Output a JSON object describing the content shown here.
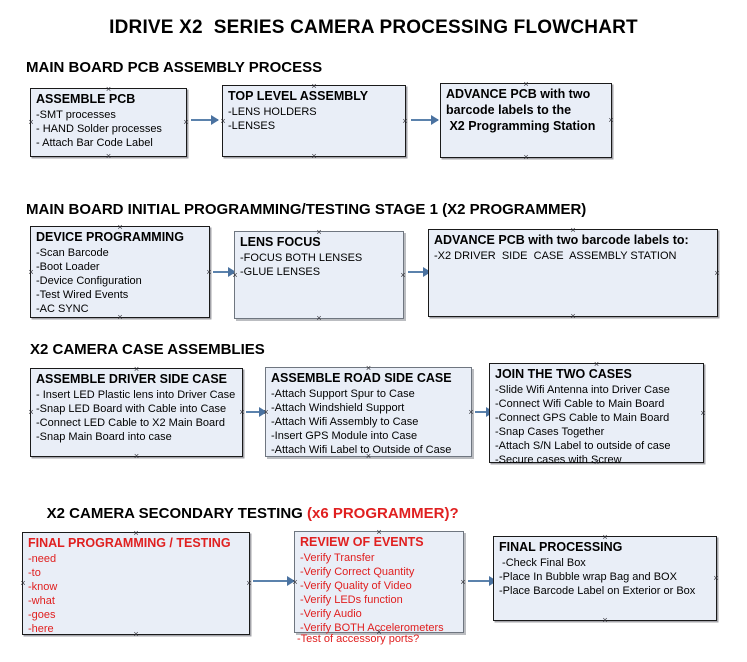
{
  "document": {
    "title": "IDRIVE X2  SERIES CAMERA PROCESSING FLOWCHART"
  },
  "colors": {
    "box_fill": "#e9eef7",
    "box_border": "#1a1a1a",
    "box_border_gray": "#6f7680",
    "arrow": "#5b82ac",
    "accent_red": "#e02020",
    "text": "#000000",
    "page_background": "#ffffff"
  },
  "sections": [
    {
      "heading": "MAIN BOARD PCB ASSEMBLY PROCESS",
      "heading_accent": "",
      "boxes": [
        {
          "title": "ASSEMBLE PCB",
          "lines": [
            "-SMT processes",
            "- HAND Solder processes",
            "- Attach Bar Code Label"
          ]
        },
        {
          "title": "TOP LEVEL ASSEMBLY",
          "lines": [
            "-LENS HOLDERS",
            "-LENSES"
          ]
        },
        {
          "title": "ADVANCE PCB with two",
          "lines": [
            "barcode labels to the",
            " X2 Programming Station"
          ]
        }
      ]
    },
    {
      "heading": "MAIN BOARD INITIAL PROGRAMMING/TESTING STAGE 1 (X2 PROGRAMMER)",
      "heading_accent": "",
      "boxes": [
        {
          "title": "DEVICE PROGRAMMING",
          "lines": [
            "-Scan Barcode",
            "-Boot Loader",
            "-Device Configuration",
            "-Test Wired Events",
            "-AC SYNC"
          ]
        },
        {
          "title": "LENS FOCUS",
          "lines": [
            "-FOCUS BOTH LENSES",
            "-GLUE LENSES"
          ]
        },
        {
          "title": "ADVANCE PCB with two barcode labels to:",
          "lines": [
            "-X2 DRIVER  SIDE  CASE  ASSEMBLY STATION"
          ]
        }
      ]
    },
    {
      "heading": "X2 CAMERA CASE ASSEMBLIES",
      "heading_accent": "",
      "boxes": [
        {
          "title": "ASSEMBLE DRIVER SIDE CASE",
          "lines": [
            "- Insert LED Plastic lens into Driver Case",
            "-Snap LED Board with Cable into Case",
            "-Connect LED Cable to X2 Main Board",
            "-Snap Main Board into case"
          ]
        },
        {
          "title": "ASSEMBLE ROAD SIDE CASE",
          "lines": [
            "-Attach Support Spur to Case",
            "-Attach Windshield Support",
            "-Attach Wifi Assembly to Case",
            "-Insert GPS Module into Case",
            "-Attach Wifi Label to Outside of Case"
          ]
        },
        {
          "title": "JOIN THE TWO CASES",
          "lines": [
            "-Slide Wifi Antenna into Driver Case",
            "-Connect Wifi Cable to Main Board",
            "-Connect GPS Cable to Main Board",
            "-Snap Cases Together",
            "-Attach S/N Label to outside of case",
            "-Secure cases with Screw"
          ]
        }
      ]
    },
    {
      "heading": "X2 CAMERA SECONDARY TESTING ",
      "heading_accent": "(x6 PROGRAMMER)?",
      "boxes": [
        {
          "title": "FINAL PROGRAMMING / TESTING",
          "lines": [
            "-need",
            "-to",
            "-know",
            "-what",
            "-goes",
            "-here"
          ]
        },
        {
          "title": "REVIEW OF EVENTS",
          "lines": [
            "-Verify Transfer",
            "-Verify Correct Quantity",
            "-Verify Quality of Video",
            "-Verify LEDs function",
            "-Verify Audio",
            "-Verify BOTH Accelerometers"
          ],
          "overflow_line": "-Test of accessory ports?"
        },
        {
          "title": "FINAL PROCESSING",
          "lines": [
            " -Check Final Box",
            "-Place In Bubble wrap Bag and BOX",
            "-Place Barcode Label on Exterior or Box"
          ]
        }
      ]
    }
  ]
}
